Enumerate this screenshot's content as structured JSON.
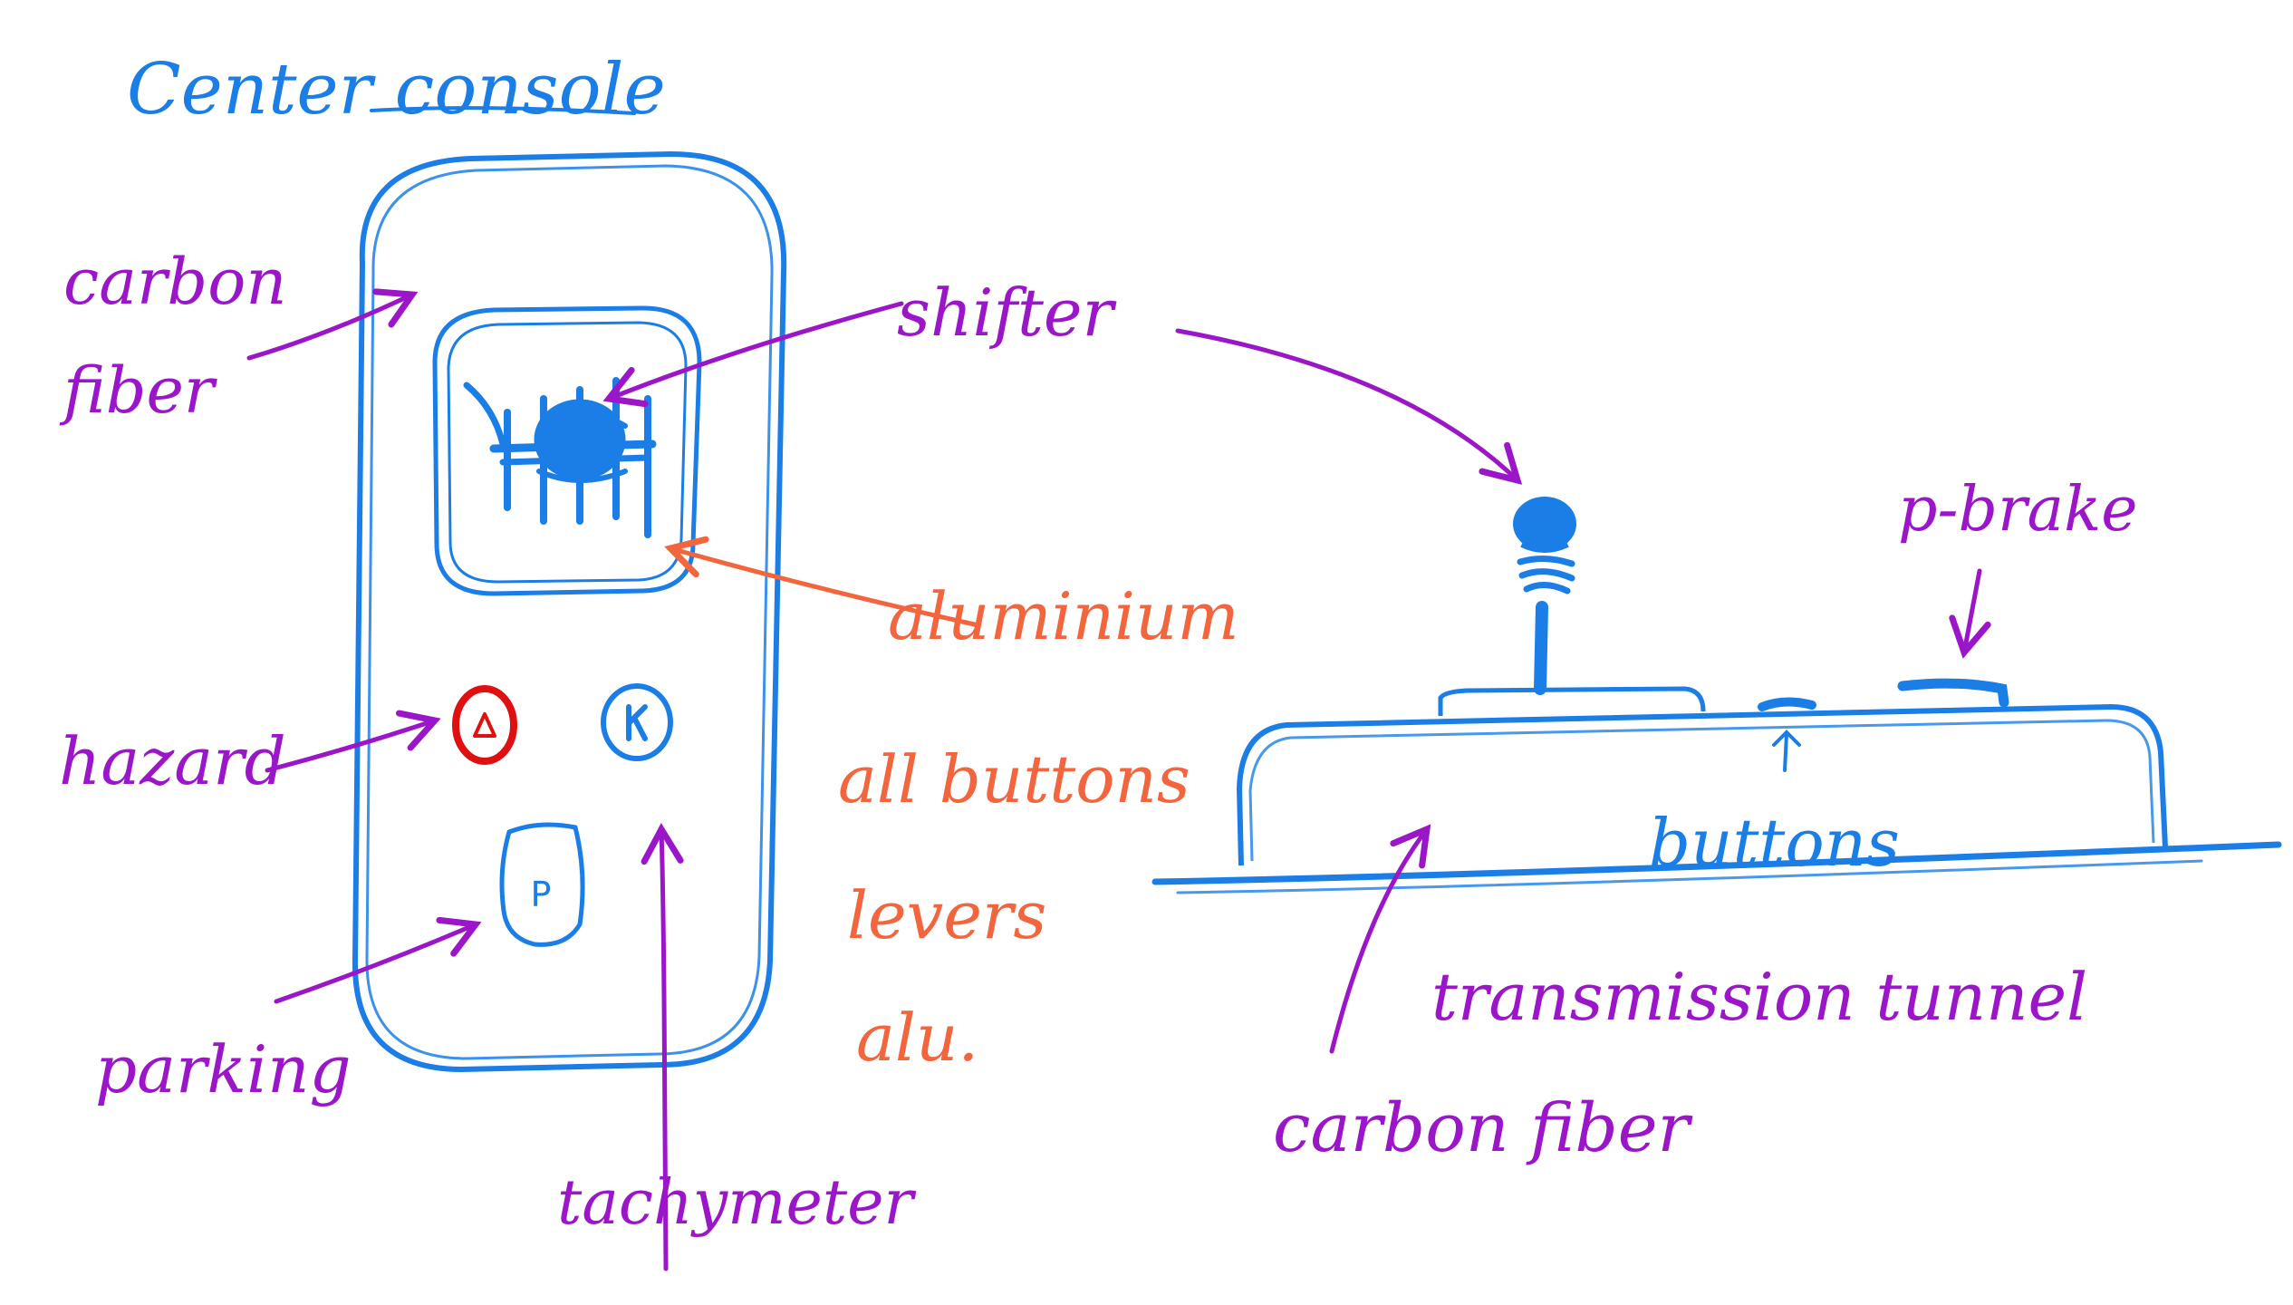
{
  "colors": {
    "blue": "#1a7ee6",
    "purple": "#9b16c9",
    "orange": "#f2653d",
    "red": "#e01010"
  },
  "labels": {
    "title": "Center console",
    "carbon_fiber_left_1": "carbon",
    "carbon_fiber_left_2": "fiber",
    "shifter": "shifter",
    "aluminium": "aluminium",
    "hazard": "hazard",
    "parking": "parking",
    "tachymeter": "tachymeter",
    "material_note_1": "all buttons",
    "material_note_2": "levers",
    "material_note_3": "alu.",
    "p_brake": "p-brake",
    "buttons": "buttons",
    "transmission_tunnel": "transmission tunnel",
    "carbon_fiber_bottom": "carbon fiber",
    "parking_button_letter": "P"
  }
}
